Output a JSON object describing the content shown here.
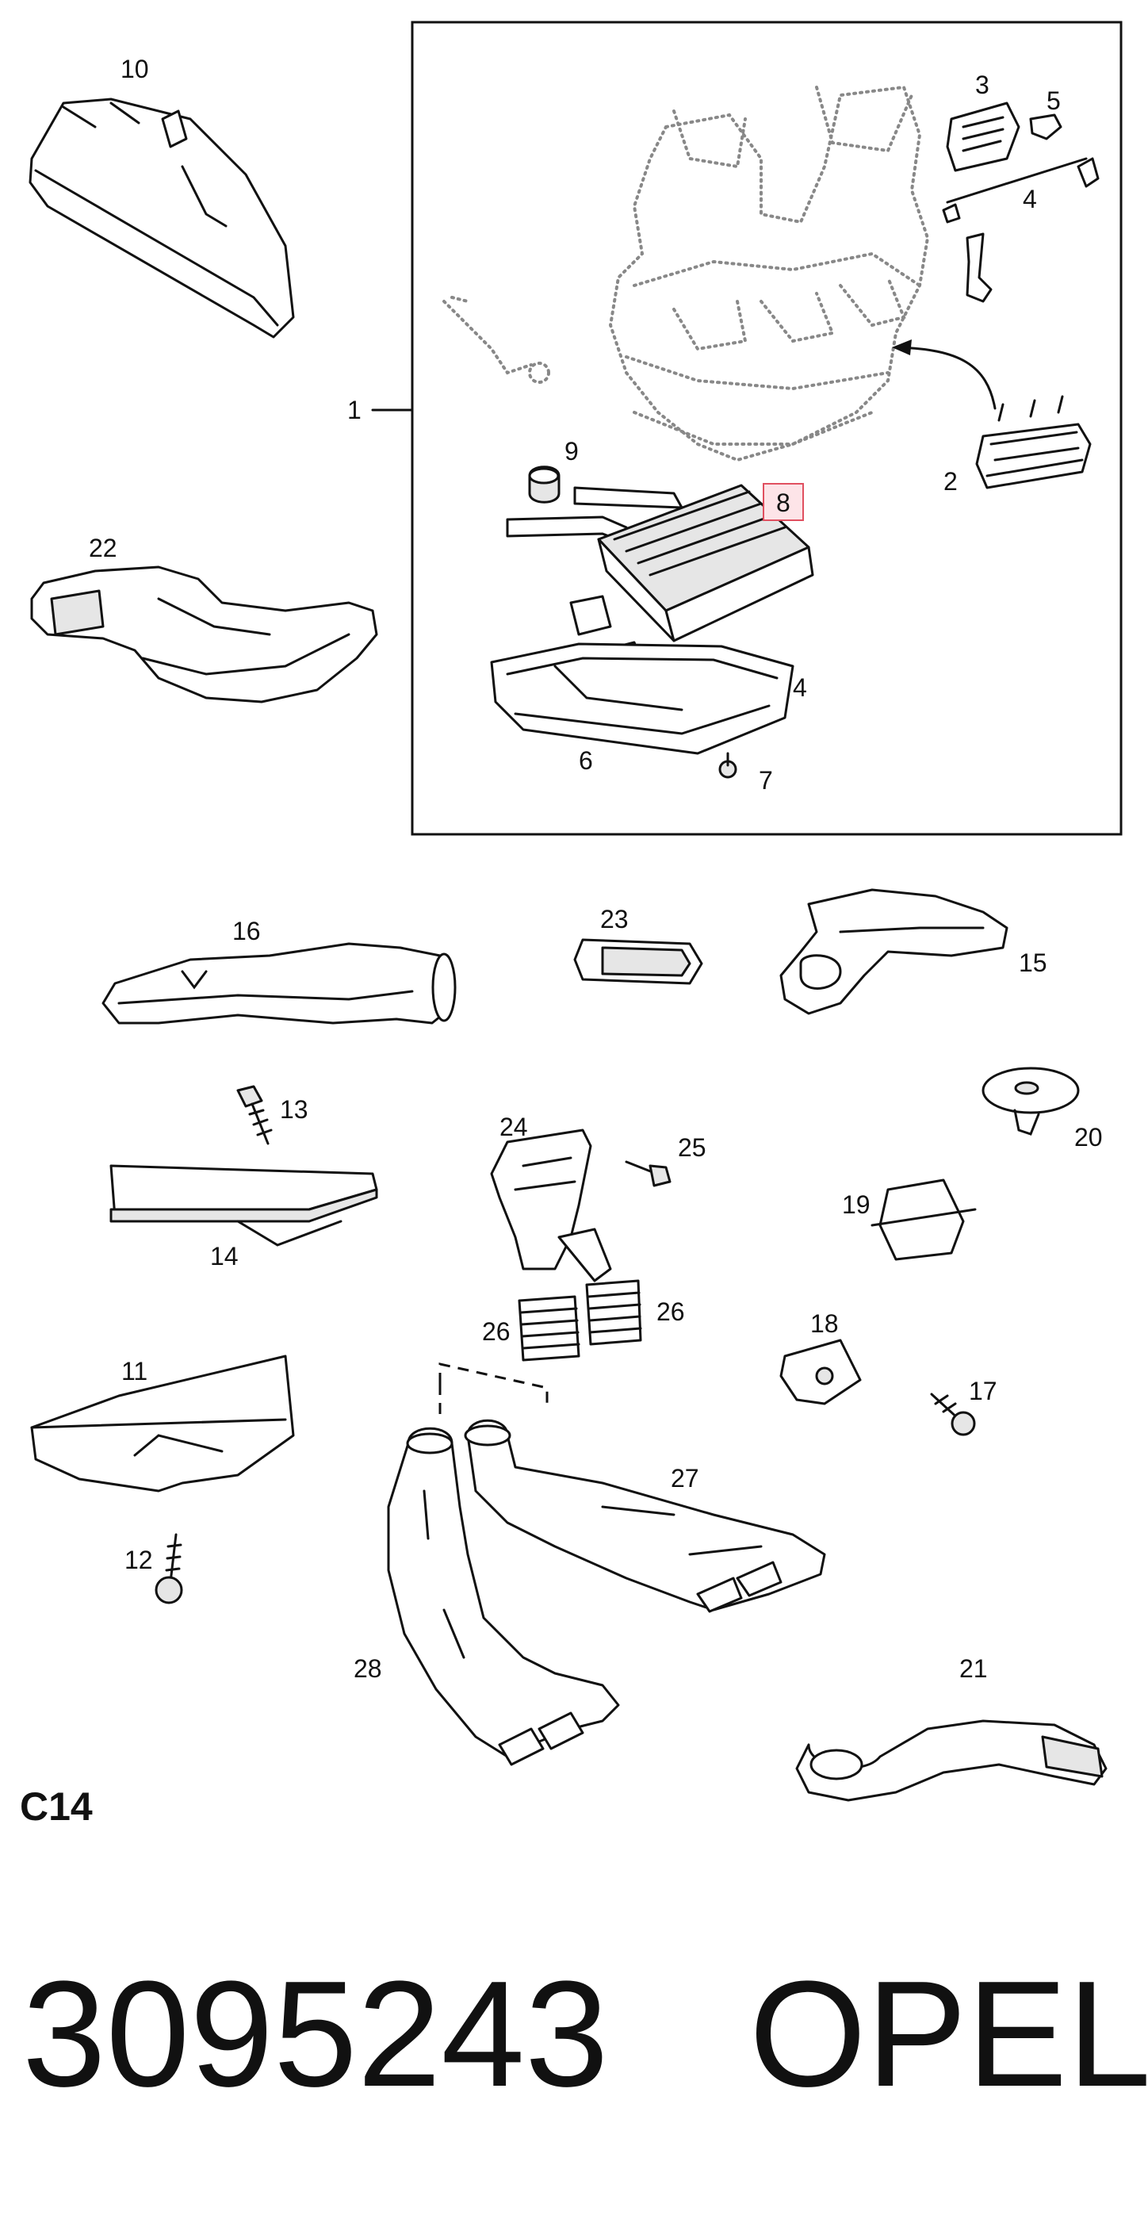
{
  "callouts": {
    "c1": "1",
    "c2": "2",
    "c3": "3",
    "c4a": "4",
    "c4b": "4",
    "c5": "5",
    "c6": "6",
    "c7": "7",
    "c8": "8",
    "c9": "9",
    "c10": "10",
    "c11": "11",
    "c12": "12",
    "c13": "13",
    "c14": "14",
    "c15": "15",
    "c16": "16",
    "c17": "17",
    "c18": "18",
    "c19": "19",
    "c20": "20",
    "c21": "21",
    "c22": "22",
    "c23": "23",
    "c24": "24",
    "c25": "25",
    "c26a": "26",
    "c26b": "26",
    "c27": "27",
    "c28": "28"
  },
  "highlight": {
    "callout": "8",
    "color": "#e05060",
    "fill": "#fde4e8"
  },
  "section_code": "C14",
  "footer": {
    "part_number": "3095243",
    "brand": "OPEL"
  }
}
